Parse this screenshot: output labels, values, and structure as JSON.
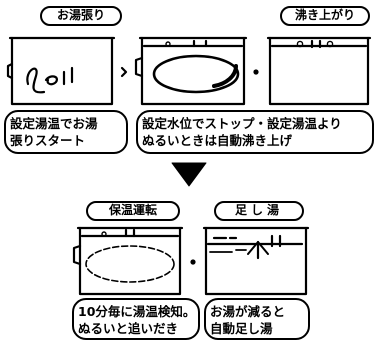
{
  "labels": {
    "ohariyu": "お湯張り",
    "wakiagari": "沸き上がり",
    "hoon_unten": "保温運転",
    "tashiyu": "足し湯"
  },
  "descriptions": {
    "ohariyu_line1": "設定湯温でお湯",
    "ohariyu_line2": "張りスタート",
    "wakiagari_line1": "設定水位でストップ・設定湯温より",
    "wakiagari_line2": "ぬるいときは自動沸き上げ",
    "hoon_line1": "10分毎に湯温検知。",
    "hoon_line2": "ぬるいと追いだき",
    "tashiyu_line1": "お湯が減ると",
    "tashiyu_line2": "自動足し湯"
  },
  "arrow": "down-triangle"
}
